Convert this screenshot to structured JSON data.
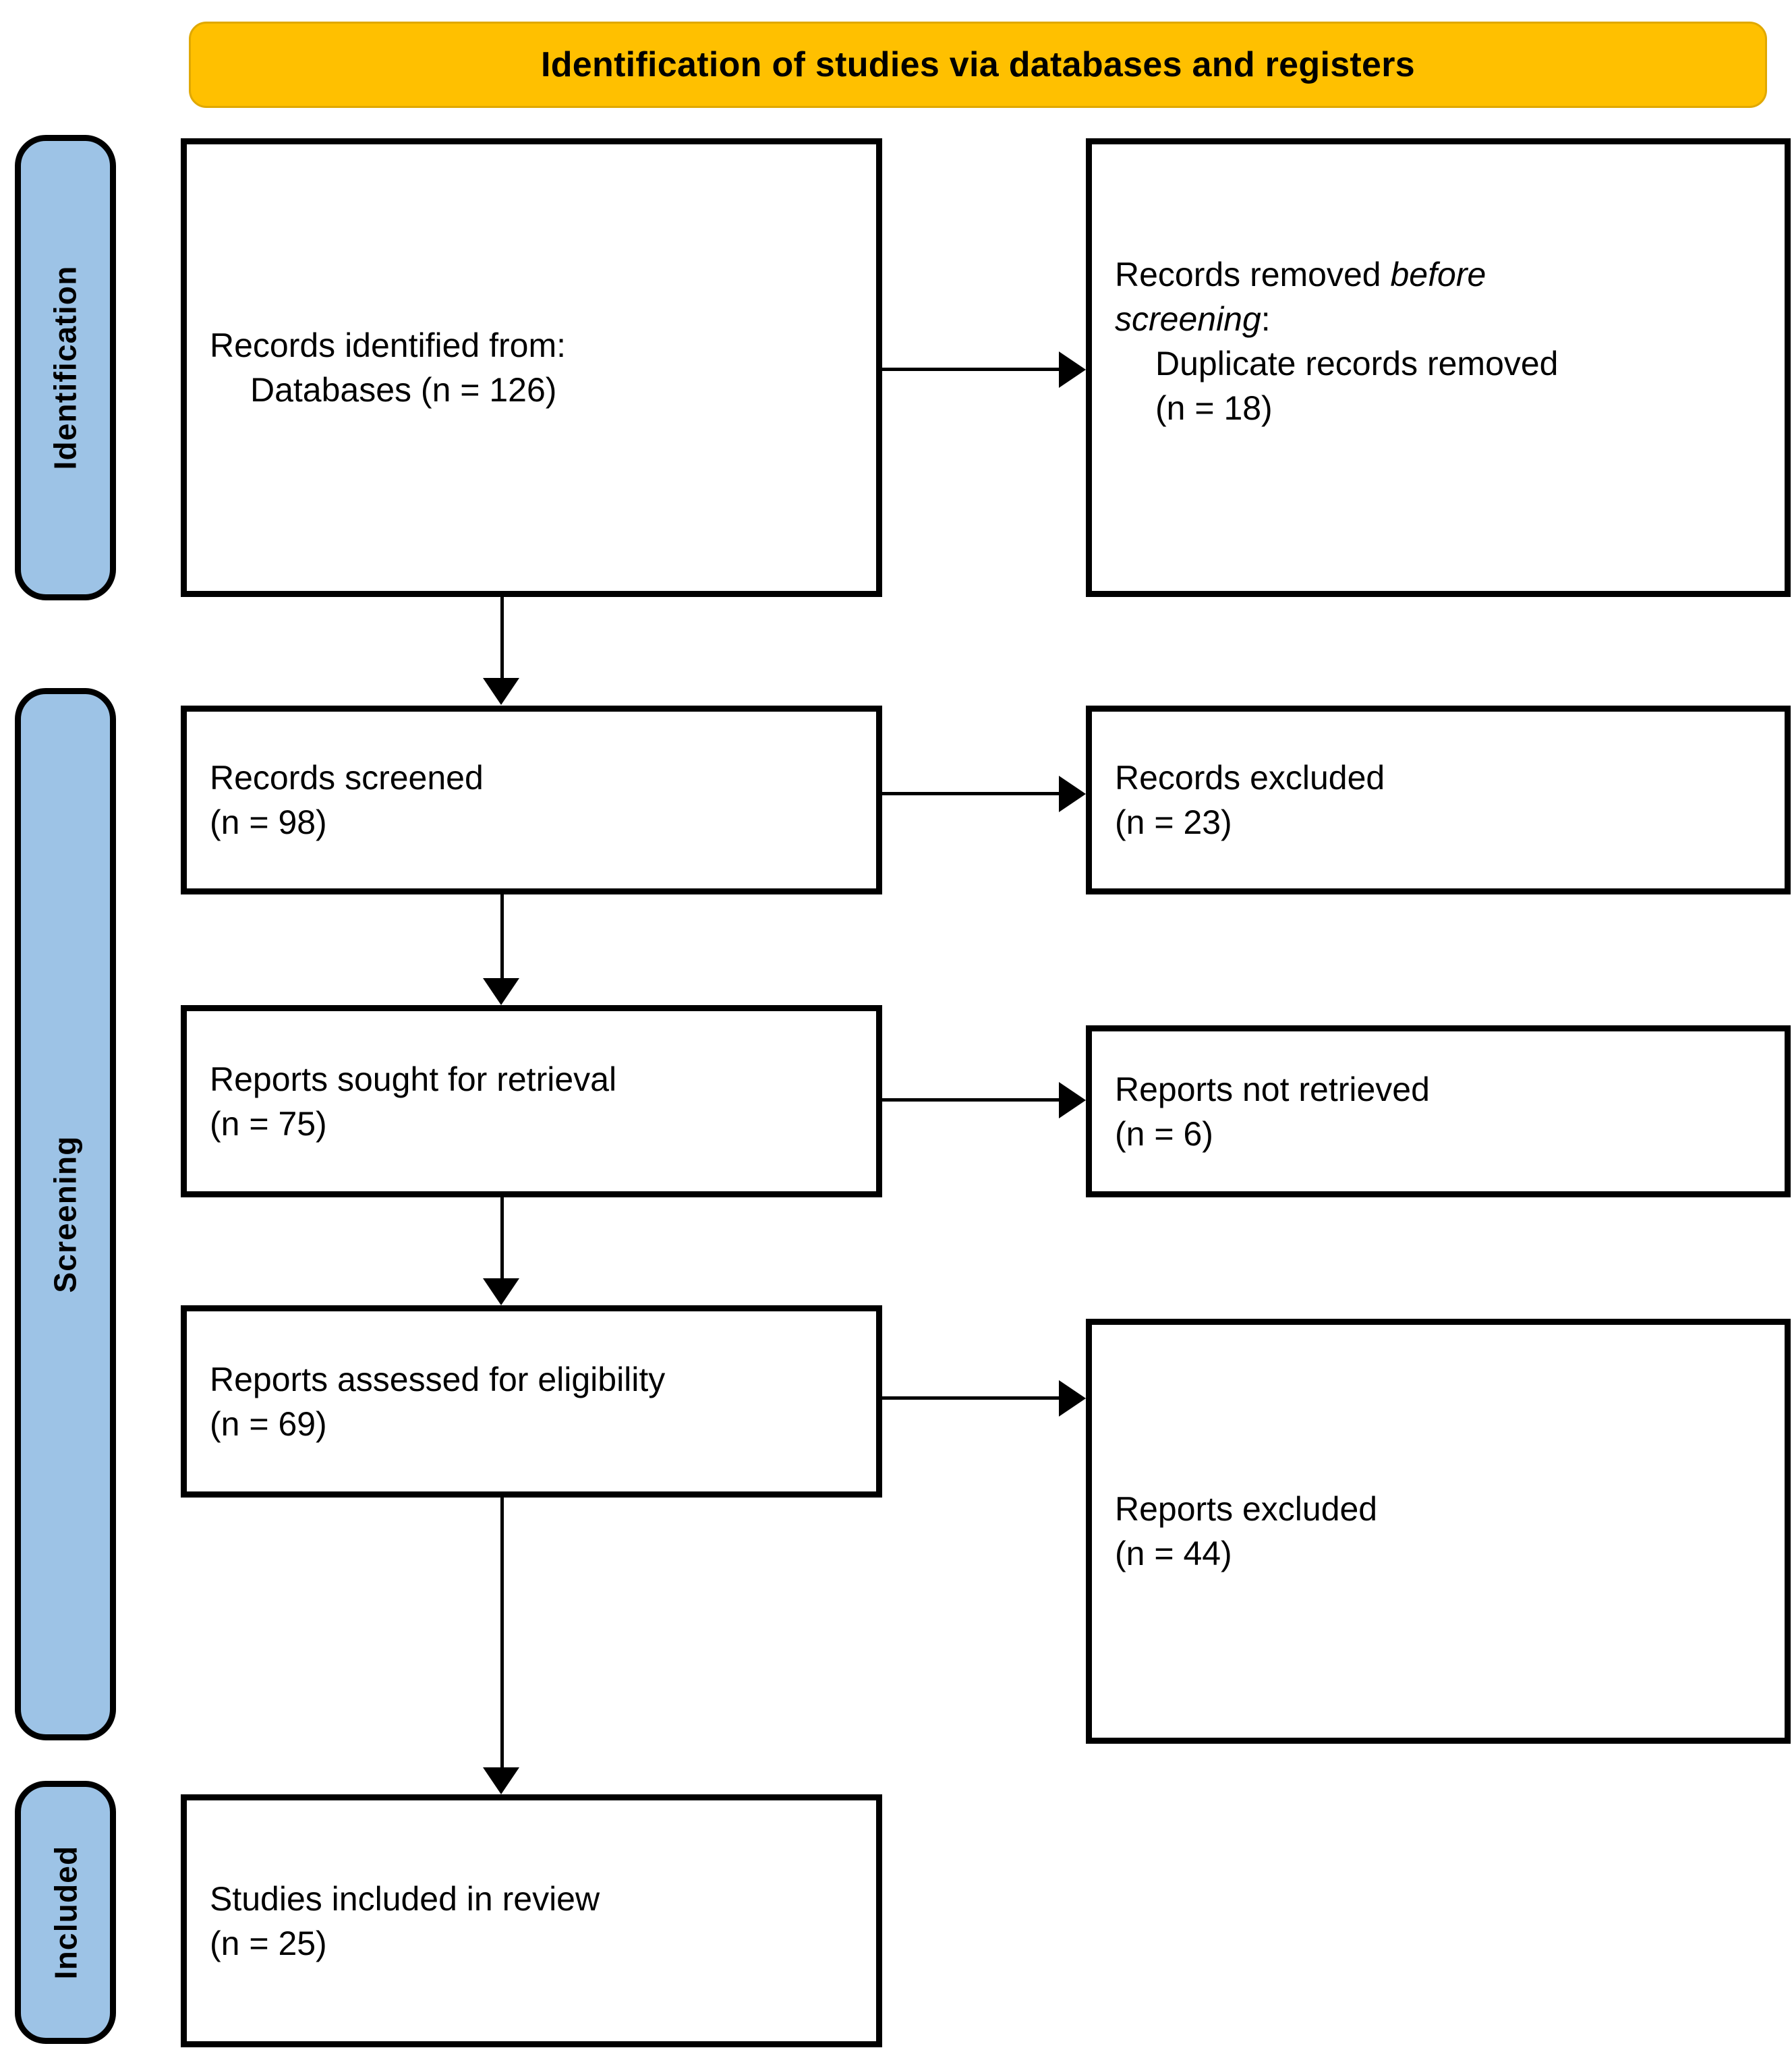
{
  "banner": {
    "title": "Identification of studies via databases and registers",
    "bg_color": "#FFC000"
  },
  "stages": [
    {
      "id": "identification",
      "label": "Identification",
      "color": "#9DC3E6"
    },
    {
      "id": "screening",
      "label": "Screening",
      "color": "#9DC3E6"
    },
    {
      "id": "included",
      "label": "Included",
      "color": "#9DC3E6"
    }
  ],
  "boxes": {
    "identified": {
      "line1": "Records identified from:",
      "line2": "Databases (n = 126)"
    },
    "removed": {
      "line1a": "Records removed ",
      "line1b": "before",
      "line2a": "screening",
      "line2b": ":",
      "line3": "Duplicate records removed",
      "line4": "(n = 18)"
    },
    "screened": {
      "line1": "Records screened",
      "line2": "(n = 98)"
    },
    "records_excluded": {
      "line1": "Records excluded",
      "line2": "(n = 23)"
    },
    "sought": {
      "line1": "Reports sought for retrieval",
      "line2": "(n = 75)"
    },
    "not_retrieved": {
      "line1": "Reports not retrieved",
      "line2": "(n = 6)"
    },
    "assessed": {
      "line1": "Reports assessed for eligibility",
      "line2": "(n = 69)"
    },
    "reports_excluded": {
      "line1": "Reports excluded",
      "line2": "(n = 44)"
    },
    "included": {
      "line1": "Studies included in review",
      "line2": "(n = 25)"
    }
  },
  "chart_data": {
    "type": "diagram",
    "title": "Identification of studies via databases and registers",
    "nodes": [
      {
        "stage": "Identification",
        "label": "Records identified from: Databases",
        "n": 126
      },
      {
        "stage": "Identification",
        "label": "Records removed before screening: Duplicate records removed",
        "n": 18
      },
      {
        "stage": "Screening",
        "label": "Records screened",
        "n": 98
      },
      {
        "stage": "Screening",
        "label": "Records excluded",
        "n": 23
      },
      {
        "stage": "Screening",
        "label": "Reports sought for retrieval",
        "n": 75
      },
      {
        "stage": "Screening",
        "label": "Reports not retrieved",
        "n": 6
      },
      {
        "stage": "Screening",
        "label": "Reports assessed for eligibility",
        "n": 69
      },
      {
        "stage": "Screening",
        "label": "Reports excluded",
        "n": 44
      },
      {
        "stage": "Included",
        "label": "Studies included in review",
        "n": 25
      }
    ]
  }
}
